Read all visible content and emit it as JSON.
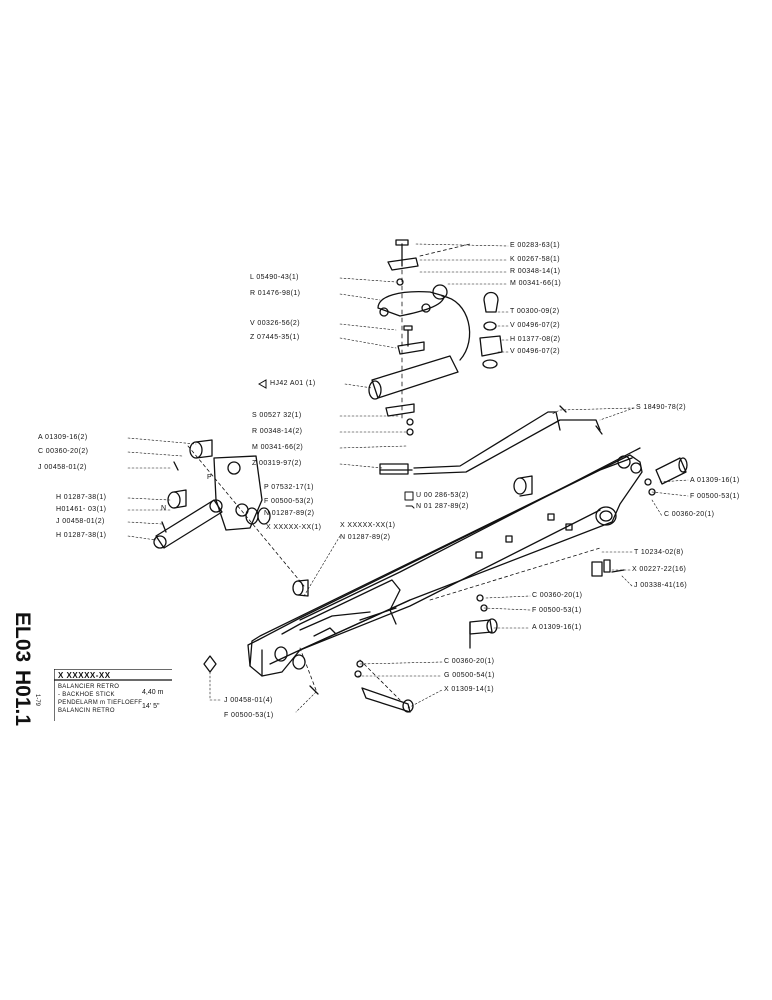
{
  "side_code": {
    "line1": "EL03",
    "line2": "H01.1"
  },
  "title_block": {
    "code": "X XXXXX-XX",
    "line1": "BALANCIER RETRO",
    "line2": "- BACKHOE STICK",
    "line3": "PENDELARM m TIEFLOEFF",
    "line4": "BALANCIN RETRO",
    "value1": "4,40 m",
    "value2": "14'  5\"",
    "date": "1-79"
  },
  "labels_top_right": [
    "E 00283-63(1)",
    "K 00267-58(1)",
    "R 00348-14(1)",
    "M 00341-66(1)",
    "T 00300-09(2)",
    "V 00496-07(2)",
    "H 01377-08(2)",
    "V 00496-07(2)"
  ],
  "labels_top_left": [
    "L 05490-43(1)",
    "R 01476-98(1)",
    "V 00326-56(2)",
    "Z 07445-35(1)",
    "HJ42  A01  (1)",
    "S 00527 32(1)",
    "R 00348-14(2)",
    "M 00341-66(2)",
    "Z 00319-97(2)"
  ],
  "labels_left": [
    "A 01309-16(2)",
    "C 00360-20(2)",
    "J 00458-01(2)",
    "H 01287-38(1)",
    "H01461- 03(1)",
    "J 00458-01(2)",
    "H 01287-38(1)"
  ],
  "labels_mid": [
    "P 07532-17(1)",
    "F 00500-53(2)",
    "N 01287-89(2)",
    "X XXXXX-XX(1)",
    "X XXXXX-XX(1)",
    "N 01287-89(2)"
  ],
  "labels_hose": [
    "S 18490-78(2)",
    "U 00 286-53(2)",
    "N 01 287-89(2)"
  ],
  "labels_right": [
    "A 01309-16(1)",
    "F 00500-53(1)",
    "C 00360-20(1)",
    "T 10234-02(8)",
    "X 00227-22(16)",
    "J 00338-41(16)",
    "C 00360-20(1)",
    "F 00500-53(1)",
    "A 01309-16(1)"
  ],
  "labels_bottom": [
    "C 00360-20(1)",
    "G 00500-54(1)",
    "X 01309-14(1)",
    "J 00458-01(4)",
    "F 00500-53(1)"
  ],
  "small_marks": {
    "mark1": "P",
    "mark2": "N"
  }
}
